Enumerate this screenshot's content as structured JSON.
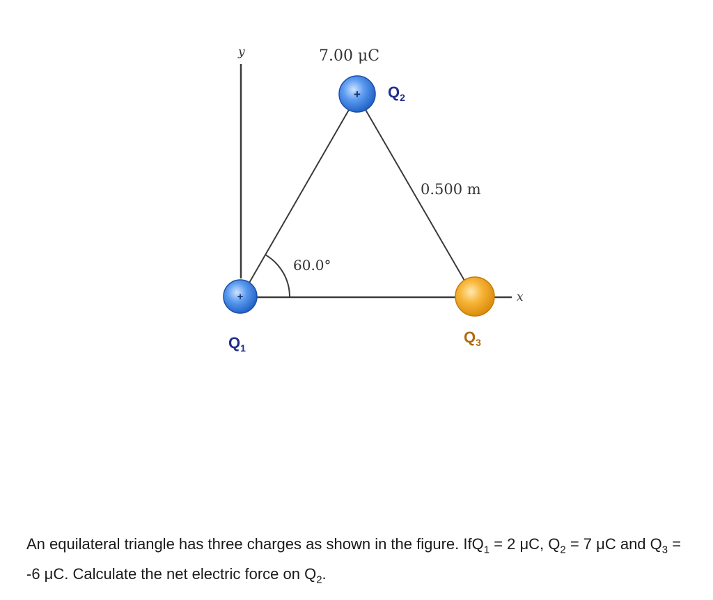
{
  "figure": {
    "axis_y_label": "y",
    "axis_x_label": "x",
    "q2_charge_label": "7.00 μC",
    "distance_label": "0.500 m",
    "angle_label": "60.0°",
    "plus_sign": "+",
    "q1_label": {
      "base": "Q",
      "sub": "1"
    },
    "q2_label": {
      "base": "Q",
      "sub": "2"
    },
    "q3_label": {
      "base": "Q",
      "sub": "3"
    },
    "colors": {
      "positive_charge": "#3a7fe0",
      "negative_charge": "#f2a31b",
      "label_blue": "#1f2f8c",
      "label_orange": "#b06a10",
      "line": "#3a3a3a"
    }
  },
  "question": {
    "part1": "An equilateral triangle has three charges as shown in the figure.  IfQ",
    "sub1": "1",
    "part2": " = 2 μC, Q",
    "sub2": "2",
    "part3": " = 7 μC and Q",
    "sub3": "3",
    "part4": " = -6 μC.  Calculate the net electric force on  Q",
    "sub4": "2",
    "part5": "."
  }
}
